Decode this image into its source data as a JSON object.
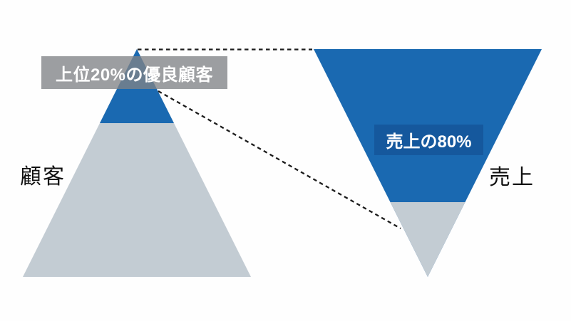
{
  "diagram": {
    "type": "pareto-80-20",
    "left_pyramid": {
      "side_label": "顧客",
      "segment_label": "上位20%の優良顧客",
      "top_percent": "20"
    },
    "right_funnel": {
      "side_label": "売上",
      "segment_label": "売上の80%",
      "percent": "80"
    }
  },
  "colors": {
    "background": "#fefefe",
    "blue_segment": "#1a69b1",
    "gray_segment": "#c3ccd3",
    "blue_label_bg": "#15589d",
    "gray_label_bg": "#80838680",
    "dash_line": "#1c1c1c",
    "label_text": "#ffffff",
    "side_label_text": "#111111"
  }
}
